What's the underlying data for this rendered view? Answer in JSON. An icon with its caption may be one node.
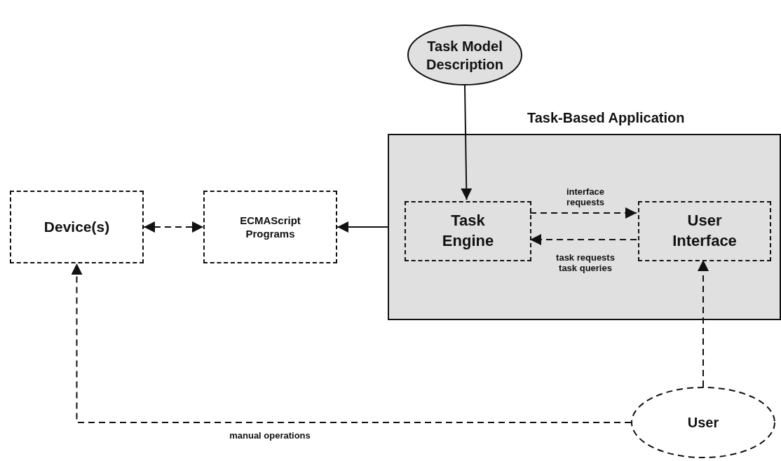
{
  "diagram": {
    "nodes": [
      {
        "text": [
          "Task Model Description"
        ]
      },
      {
        "text": [
          "Task-Based Application"
        ]
      },
      {
        "text": [
          "Device(s)"
        ]
      },
      {
        "text": [
          "ECMAScript Programs"
        ]
      },
      {
        "text": [
          "Task Engine"
        ],
        "in": 1
      },
      {
        "text": [
          "User Interface"
        ],
        "in": 1
      },
      {
        "text": [
          "User"
        ]
      }
    ],
    "edges": [
      {
        "from": 0,
        "to": 4,
        "arrow": "to"
      },
      {
        "from": 2,
        "to": 3,
        "arrow": "both",
        "style": "dashed"
      },
      {
        "from": 1,
        "to": 3,
        "arrow": "to"
      },
      {
        "from": 4,
        "to": 5,
        "arrow": "to",
        "style": "dashed",
        "label": "interface requests"
      },
      {
        "from": 5,
        "to": 4,
        "arrow": "to",
        "style": "dashed",
        "label": "task requests task queries"
      },
      {
        "from": 6,
        "to": 5,
        "arrow": "to",
        "style": "dashed"
      },
      {
        "from": 6,
        "to": 2,
        "arrow": "to",
        "style": "dashed",
        "label": "manual operations"
      }
    ]
  }
}
